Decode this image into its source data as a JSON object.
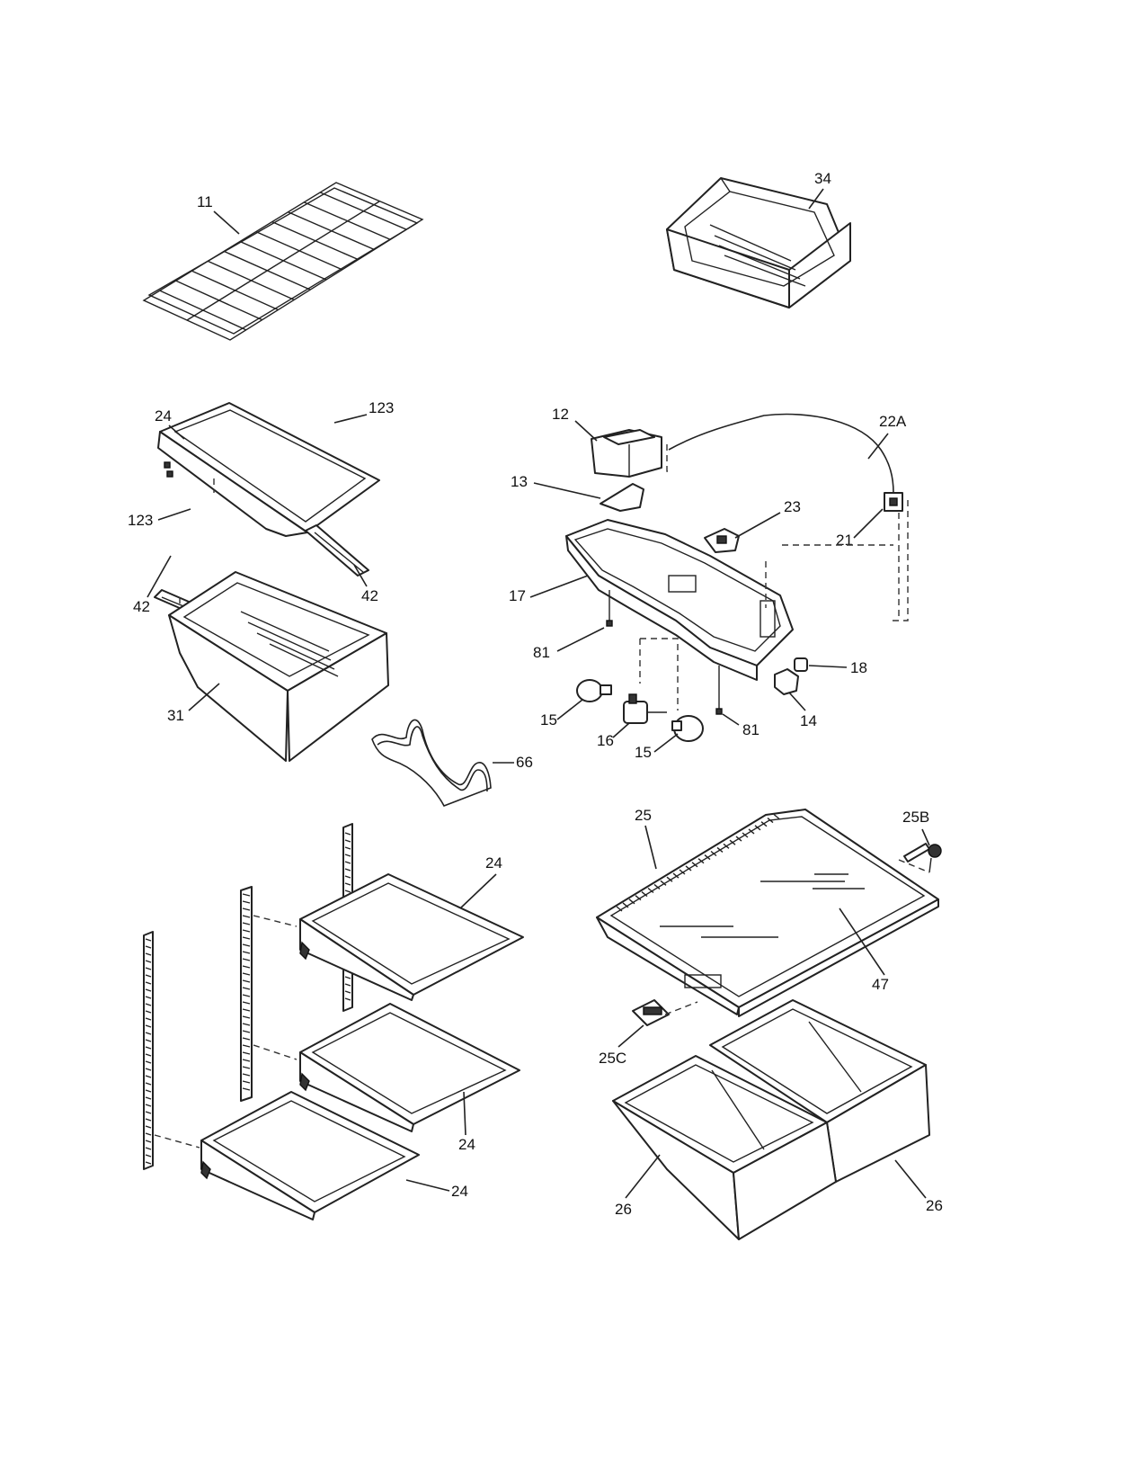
{
  "callouts": {
    "c11": "11",
    "c34": "34",
    "c24_top": "24",
    "c123_a": "123",
    "c123_b": "123",
    "c42_left": "42",
    "c42_right": "42",
    "c31": "31",
    "c66": "66",
    "c12": "12",
    "c22A": "22A",
    "c13": "13",
    "c23": "23",
    "c21": "21",
    "c17": "17",
    "c81_a": "81",
    "c81_b": "81",
    "c18": "18",
    "c15_a": "15",
    "c15_b": "15",
    "c16": "16",
    "c14": "14",
    "c25": "25",
    "c25B": "25B",
    "c24_b1": "24",
    "c24_b2": "24",
    "c24_b3": "24",
    "c47": "47",
    "c25C": "25C",
    "c26_a": "26",
    "c26_b": "26"
  }
}
